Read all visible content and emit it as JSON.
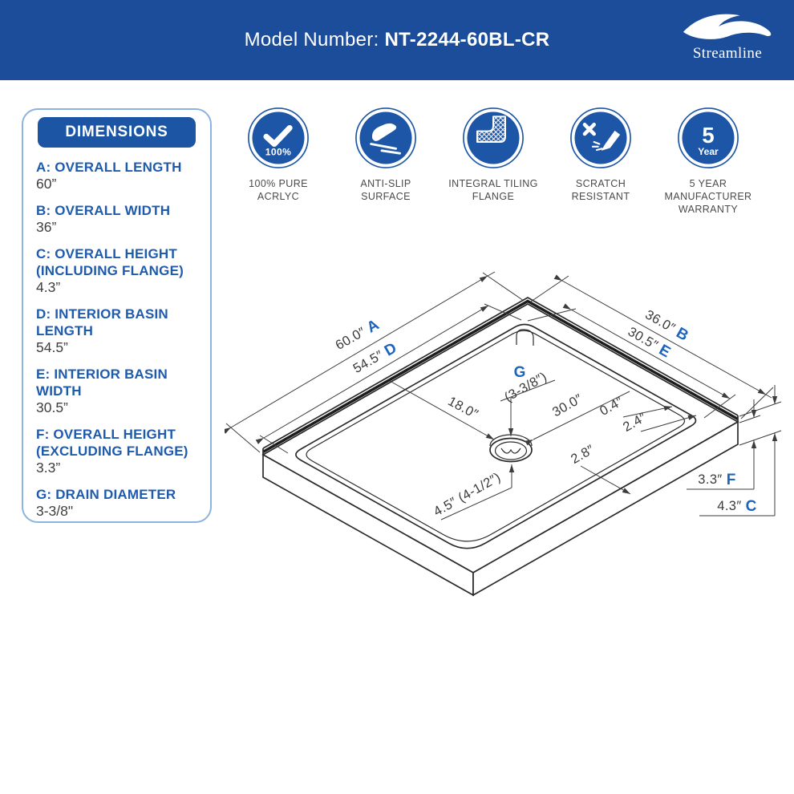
{
  "banner": {
    "model_label": "Model Number:",
    "model_number": "NT-2244-60BL-CR",
    "brand": "Streamline"
  },
  "colors": {
    "banner_blue": "#1b4d9b",
    "badge_blue": "#1d56a6",
    "label_blue": "#1e5bad",
    "letter_blue": "#1c64bd",
    "line_dark": "#3a3a3a"
  },
  "dimensions_panel": {
    "title": "DIMENSIONS",
    "items": [
      {
        "label": "A: OVERALL LENGTH",
        "value": "60”"
      },
      {
        "label": "B: OVERALL WIDTH",
        "value": "36”"
      },
      {
        "label": "C: OVERALL HEIGHT (INCLUDING FLANGE)",
        "value": "4.3”"
      },
      {
        "label": "D: INTERIOR BASIN LENGTH",
        "value": "54.5”"
      },
      {
        "label": "E: INTERIOR BASIN WIDTH",
        "value": "30.5”"
      },
      {
        "label": "F: OVERALL HEIGHT (EXCLUDING FLANGE)",
        "value": "3.3”"
      },
      {
        "label": "G: DRAIN DIAMETER",
        "value": "3-3/8\""
      }
    ]
  },
  "features": [
    {
      "caption": "100% PURE ACRLYC",
      "badge_text": "100%"
    },
    {
      "caption": "ANTI-SLIP SURFACE"
    },
    {
      "caption": "INTEGRAL TILING FLANGE"
    },
    {
      "caption": "SCRATCH RESISTANT"
    },
    {
      "caption": "5 YEAR MANUFACTURER WARRANTY",
      "badge_number": "5",
      "badge_unit": "Year"
    }
  ],
  "diagram": {
    "dims": {
      "a": {
        "value": "60.0″",
        "letter": "A"
      },
      "d": {
        "value": "54.5″",
        "letter": "D"
      },
      "b": {
        "value": "36.0″",
        "letter": "B"
      },
      "e": {
        "value": "30.5″",
        "letter": "E"
      },
      "f": {
        "value": "3.3″",
        "letter": "F"
      },
      "c": {
        "value": "4.3″",
        "letter": "C"
      },
      "g": {
        "letter": "G",
        "value": "(3-3/8″)"
      },
      "basin_left": "18.0″",
      "basin_right": "30.0″",
      "flange_thickness": "0.4″",
      "rim_right": "2.4″",
      "rim_front": "2.8″",
      "drain_offset": "4.5″ (4-1/2″)"
    }
  }
}
